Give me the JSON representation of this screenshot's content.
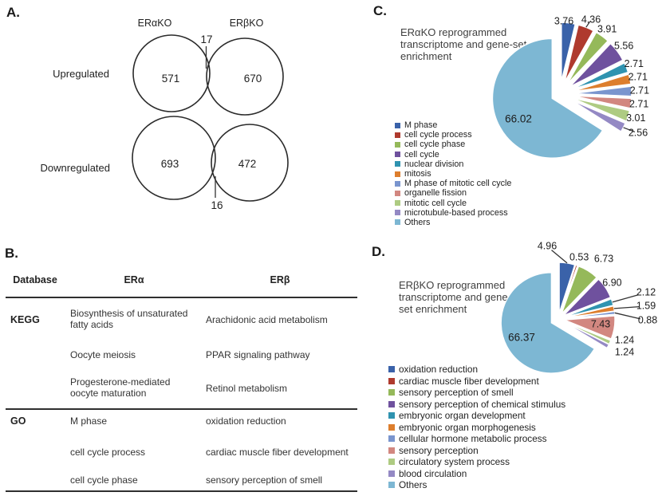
{
  "panels": {
    "a": {
      "label": "A.",
      "col_headers": [
        "ERαKO",
        "ERβKO"
      ],
      "rows": [
        {
          "label": "Upregulated",
          "left": "571",
          "overlap": "17",
          "right": "670"
        },
        {
          "label": "Downregulated",
          "left": "693",
          "overlap": "16",
          "right": "472"
        }
      ]
    },
    "b": {
      "label": "B.",
      "headers": [
        "Database",
        "ERα",
        "ERβ"
      ],
      "sections": [
        {
          "db": "KEGG",
          "rows": [
            [
              "Biosynthesis of unsaturated fatty acids",
              "Arachidonic acid metabolism"
            ],
            [
              "Oocyte meiosis",
              "PPAR signaling pathway"
            ],
            [
              "Progesterone-mediated oocyte maturation",
              "Retinol metabolism"
            ]
          ]
        },
        {
          "db": "GO",
          "rows": [
            [
              "M phase",
              "oxidation reduction"
            ],
            [
              "cell cycle process",
              "cardiac muscle fiber development"
            ],
            [
              "cell cycle phase",
              "sensory perception of smell"
            ]
          ]
        }
      ]
    },
    "c": {
      "label": "C."
    },
    "d": {
      "label": "D."
    }
  },
  "chart_data": [
    {
      "type": "pie",
      "panel": "C",
      "title": "ERαKO reprogrammed transcriptome and gene-set enrichment",
      "title_lines": [
        "ERαKO reprogrammed",
        "transcriptome and gene-set",
        "enrichment"
      ],
      "values_unit": "percent",
      "legend_position": "bottom-left",
      "slices": [
        {
          "label": "M phase",
          "value": 3.76,
          "color": "#3a62a9",
          "label_at": [
            247,
            27
          ]
        },
        {
          "label": "cell cycle process",
          "value": 4.36,
          "color": "#af3a2e",
          "label_at": [
            281,
            25
          ],
          "leader": true
        },
        {
          "label": "cell cycle phase",
          "value": 3.91,
          "color": "#95b95a"
        },
        {
          "label": "cell cycle",
          "value": 5.56,
          "color": "#6f519e"
        },
        {
          "label": "nuclear division",
          "value": 2.71,
          "color": "#2f93b0"
        },
        {
          "label": "mitosis",
          "value": 2.71,
          "color": "#dd7e2d"
        },
        {
          "label": "M phase of mitotic cell cycle",
          "value": 2.71,
          "color": "#7a95ce"
        },
        {
          "label": "organelle fission",
          "value": 2.71,
          "color": "#d28780"
        },
        {
          "label": "mitotic cell cycle",
          "value": 3.01,
          "color": "#aecb82"
        },
        {
          "label": "microtubule-based process",
          "value": 2.56,
          "color": "#9489c4",
          "label_at": [
            340,
            167
          ],
          "leader": true
        },
        {
          "label": "Others",
          "value": 66.02,
          "color": "#7db7d3",
          "big": true,
          "label_at": [
            190,
            150
          ]
        }
      ]
    },
    {
      "type": "pie",
      "panel": "D",
      "title": "ERβKO reprogrammed transcriptome and gene-set enrichment",
      "title_lines": [
        "ERβKO reprogrammed",
        "transcriptome and gene-",
        "set enrichment"
      ],
      "values_unit": "percent",
      "legend_position": "bottom-left",
      "slices": [
        {
          "label": "oxidation reduction",
          "value": 4.96,
          "color": "#3a62a9",
          "label_at": [
            226,
            9
          ],
          "leader": true
        },
        {
          "label": "cardiac muscle fiber development",
          "value": 0.53,
          "color": "#af3a2e"
        },
        {
          "label": "sensory perception of smell",
          "value": 6.73,
          "color": "#95b95a",
          "label_at": [
            297,
            25
          ]
        },
        {
          "label": "sensory perception of chemical stimulus",
          "value": 6.9,
          "color": "#6f519e"
        },
        {
          "label": "embryonic organ development",
          "value": 2.12,
          "color": "#2f93b0",
          "label_at": [
            350,
            67
          ],
          "leader": true
        },
        {
          "label": "embryonic organ morphogenesis",
          "value": 1.59,
          "color": "#dd7e2d",
          "label_at": [
            350,
            84
          ],
          "leader": true
        },
        {
          "label": "cellular hormone metabolic process",
          "value": 0.88,
          "color": "#7a95ce",
          "label_at": [
            352,
            102
          ],
          "leader": true
        },
        {
          "label": "sensory perception",
          "value": 7.43,
          "color": "#d28780",
          "label_at": [
            293,
            107
          ],
          "inside": true
        },
        {
          "label": "circulatory system process",
          "value": 1.24,
          "color": "#aecb82",
          "label_at": [
            323,
            127
          ]
        },
        {
          "label": "blood circulation",
          "value": 1.24,
          "color": "#9489c4",
          "label_at": [
            323,
            142
          ]
        },
        {
          "label": "Others",
          "value": 66.37,
          "color": "#7db7d3",
          "big": true,
          "label_at": [
            194,
            124
          ]
        }
      ]
    }
  ]
}
